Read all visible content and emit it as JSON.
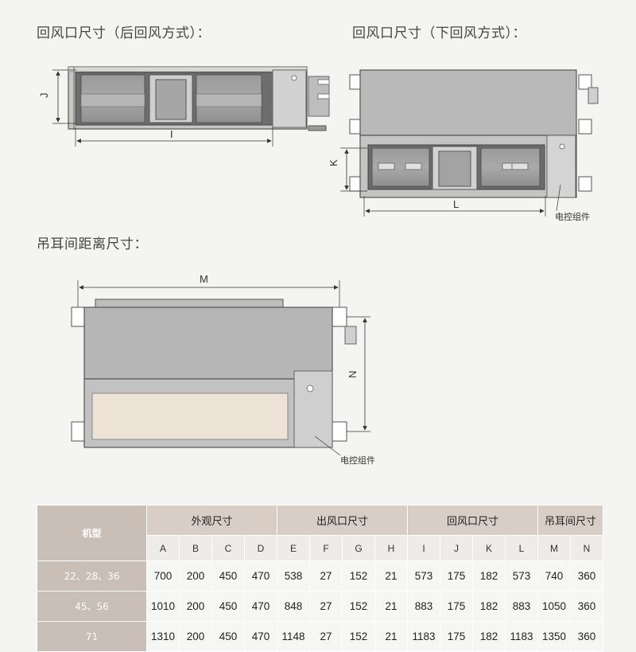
{
  "headings": {
    "rear_return": "回风口尺寸（后回风方式）：",
    "bottom_return": "回风口尺寸（下回风方式）：",
    "hanger": "吊耳间距离尺寸："
  },
  "dim_labels": {
    "J": "J",
    "I": "I",
    "K": "K",
    "L": "L",
    "M": "M",
    "N": "N"
  },
  "control_box_label": "电控组件",
  "colors": {
    "unit_body": "#b7b7b7",
    "unit_dark": "#5e5e5e",
    "panel_beige": "#ede2d6",
    "header_bg": "#d8cec6",
    "model_bg": "#c9bfb7"
  },
  "table": {
    "model_header": "机型",
    "groups": [
      {
        "label": "外观尺寸",
        "span": 4
      },
      {
        "label": "出风口尺寸",
        "span": 4
      },
      {
        "label": "回风口尺寸",
        "span": 4
      },
      {
        "label": "吊耳间尺寸",
        "span": 2
      }
    ],
    "columns": [
      "A",
      "B",
      "C",
      "D",
      "E",
      "F",
      "G",
      "H",
      "I",
      "J",
      "K",
      "L",
      "M",
      "N"
    ],
    "rows": [
      {
        "model": "22、28、36",
        "values": [
          "700",
          "200",
          "450",
          "470",
          "538",
          "27",
          "152",
          "21",
          "573",
          "175",
          "182",
          "573",
          "740",
          "360"
        ]
      },
      {
        "model": "45、56",
        "values": [
          "1010",
          "200",
          "450",
          "470",
          "848",
          "27",
          "152",
          "21",
          "883",
          "175",
          "182",
          "883",
          "1050",
          "360"
        ]
      },
      {
        "model": "71",
        "values": [
          "1310",
          "200",
          "450",
          "470",
          "1148",
          "27",
          "152",
          "21",
          "1183",
          "175",
          "182",
          "1183",
          "1350",
          "360"
        ]
      }
    ]
  }
}
